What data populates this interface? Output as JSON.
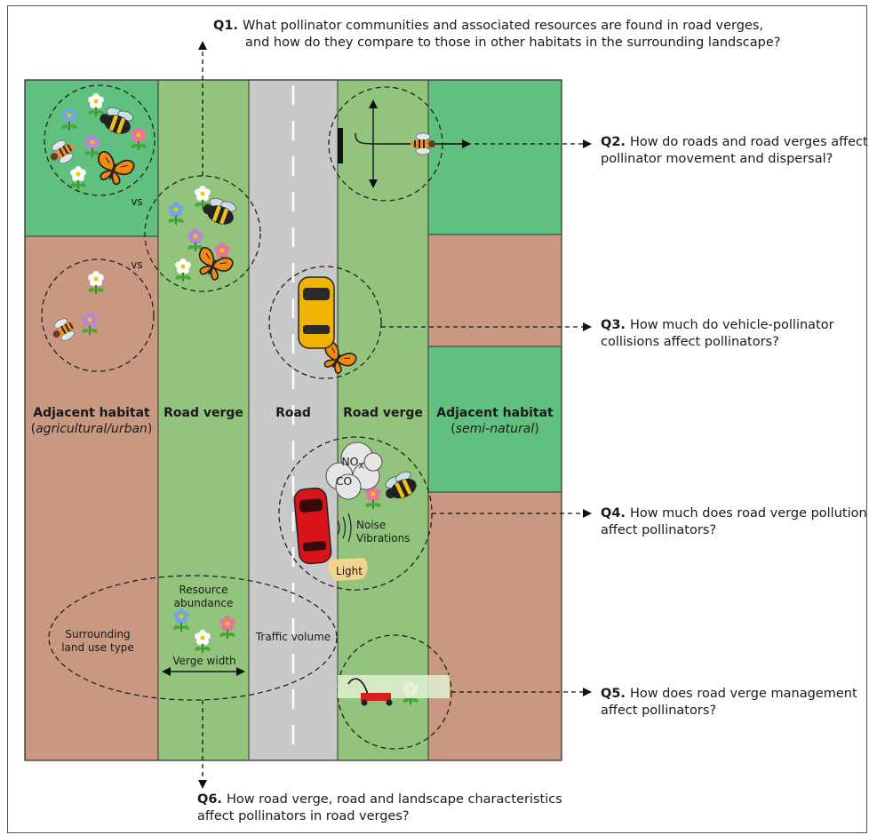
{
  "colors": {
    "verge": "#93c47d",
    "road": "#c9c9c9",
    "semi_natural": "#60c080",
    "agricultural": "#c89880",
    "noise_cloud": "#e6e6e6",
    "light": "#f4d48a",
    "car_yellow": "#f0b400",
    "car_red": "#d8141a"
  },
  "icons": [
    "bee-icon",
    "bumblebee-icon",
    "hoverfly-icon",
    "butterfly-icon",
    "flower-icon",
    "car-icon",
    "mower-icon",
    "barrier-icon"
  ],
  "questions": [
    {
      "num": "Q1.",
      "text": "What pollinator communities and associated resources are found in road verges,",
      "text2": "and how do they compare to those in other habitats in the surrounding landscape?"
    },
    {
      "num": "Q2.",
      "text": "How do roads and road verges affect",
      "text2": "pollinator movement and dispersal?"
    },
    {
      "num": "Q3.",
      "text": "How much do vehicle-pollinator",
      "text2": "collisions affect pollinators?"
    },
    {
      "num": "Q4.",
      "text": "How much does road verge pollution",
      "text2": "affect pollinators?"
    },
    {
      "num": "Q5.",
      "text": "How does road verge management",
      "text2": "affect pollinators?"
    },
    {
      "num": "Q6.",
      "text": "How road verge, road and landscape characteristics",
      "text2": "affect pollinators in road verges?"
    }
  ],
  "zones": {
    "left_habitat": "Adjacent habitat",
    "left_habitat_sub": "agricultural/urban",
    "left_verge": "Road verge",
    "road": "Road",
    "right_verge": "Road verge",
    "right_habitat": "Adjacent habitat",
    "right_habitat_sub": "semi-natural"
  },
  "labels": {
    "vs1": "vs",
    "vs2": "vs",
    "no": "NO",
    "no_sub": "X",
    "co": "CO",
    "noise": "Noise",
    "vibrations": "Vibrations",
    "light": "Light",
    "resource_abundance_1": "Resource",
    "resource_abundance_2": "abundance",
    "surrounding_1": "Surrounding",
    "surrounding_2": "land use type",
    "traffic_volume": "Traffic volume",
    "verge_width": "Verge width"
  }
}
